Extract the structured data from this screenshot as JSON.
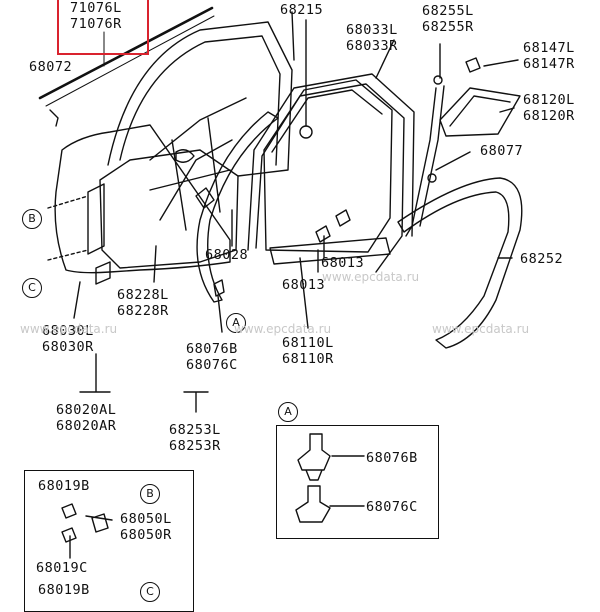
{
  "highlight_color": "#d9232e",
  "labels": {
    "p71076": "71076L\n71076R",
    "p68215": "68215",
    "p68255": "68255L\n68255R",
    "p68147": "68147L\n68147R",
    "p68072": "68072",
    "p68033": "68033L\n68033R",
    "p68120": "68120L\n68120R",
    "p68077": "68077",
    "p68252": "68252",
    "p68028": "68028",
    "p68013a": "68013",
    "p68013b": "68013",
    "p68228": "68228L\n68228R",
    "p68030": "68030L\n68030R",
    "p68076bc": "68076B\n68076C",
    "p68110": "68110L\n68110R",
    "p68020": "68020AL\n68020AR",
    "p68253": "68253L\n68253R",
    "p68076b": "68076B",
    "p68076c": "68076C",
    "p68019b_top": "68019B",
    "p68050": "68050L\n68050R",
    "p68019c": "68019C",
    "p68019b_bottom": "68019B"
  },
  "callouts": {
    "A1": "A",
    "A2": "A",
    "B1": "B",
    "B2": "B",
    "C1": "C",
    "C2": "C"
  },
  "watermarks": [
    "www.epcdata.ru",
    "www.epcdata.ru",
    "www.epcdata.ru",
    "www.epcdata.ru"
  ]
}
